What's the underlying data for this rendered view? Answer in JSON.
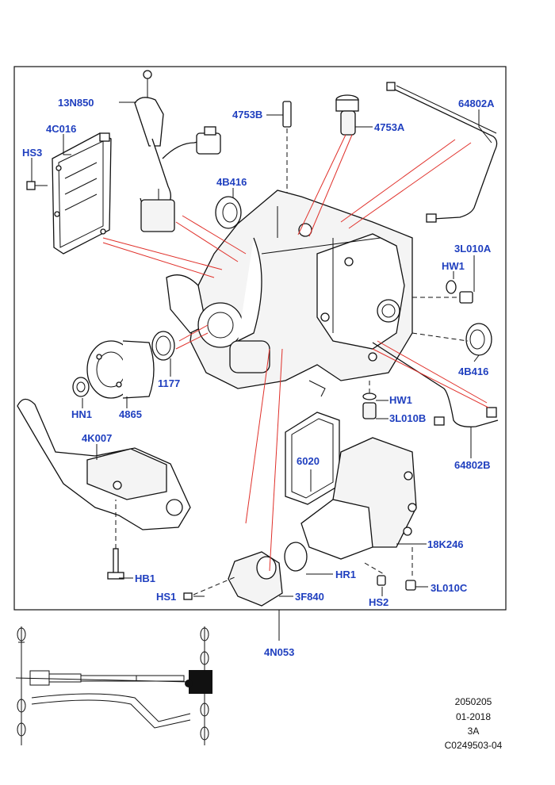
{
  "callouts": {
    "c_13N850": "13N850",
    "c_4C016": "4C016",
    "c_HS3": "HS3",
    "c_4753B": "4753B",
    "c_4753A": "4753A",
    "c_64802A": "64802A",
    "c_4B416_top": "4B416",
    "c_3L010A": "3L010A",
    "c_HW1_top": "HW1",
    "c_4B416_right": "4B416",
    "c_1177": "1177",
    "c_HN1": "HN1",
    "c_4865": "4865",
    "c_HW1_mid": "HW1",
    "c_3L010B": "3L010B",
    "c_64802B": "64802B",
    "c_4K007": "4K007",
    "c_6020": "6020",
    "c_18K246": "18K246",
    "c_HB1": "HB1",
    "c_HR1": "HR1",
    "c_HS1": "HS1",
    "c_3F840": "3F840",
    "c_HS2": "HS2",
    "c_3L010C": "3L010C",
    "c_4N053": "4N053"
  },
  "info_block": {
    "line1": "2050205",
    "line2": "01-2018",
    "line3": "3A",
    "line4": "C0249503-04"
  },
  "colors": {
    "callout_text": "#1f3fbf",
    "leader_red": "#e0302a",
    "line": "#111111"
  }
}
